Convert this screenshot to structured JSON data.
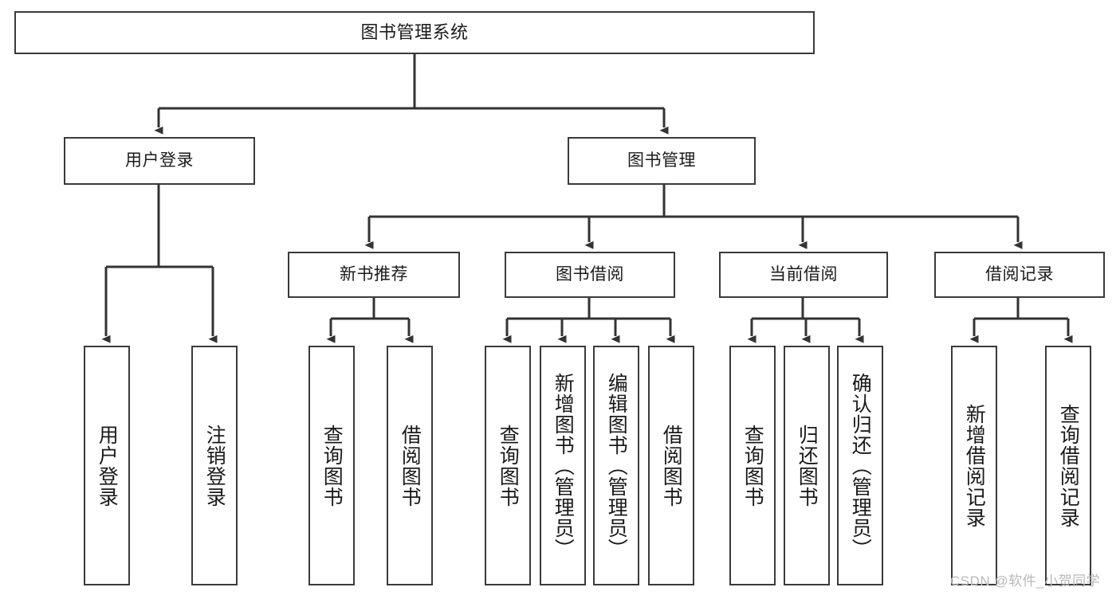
{
  "diagram": {
    "title": "图书管理系统",
    "type": "tree",
    "watermark": "CSDN @软件_小贺同学",
    "colors": {
      "box_border": "#3a3a3a",
      "box_fill": "#ffffff",
      "connector": "#333333",
      "text": "#1a1a1a",
      "watermark": "#b9b9b9",
      "background": "#ffffff"
    },
    "levels": {
      "root": "图书管理系统",
      "level2": [
        "用户登录",
        "图书管理"
      ],
      "level3": [
        "新书推荐",
        "图书借阅",
        "当前借阅",
        "借阅记录"
      ]
    },
    "nodes": {
      "root": {
        "label": "图书管理系统"
      },
      "user_login": {
        "label": "用户登录"
      },
      "book_manage": {
        "label": "图书管理"
      },
      "new_book_rec": {
        "label": "新书推荐"
      },
      "book_borrow": {
        "label": "图书借阅"
      },
      "current_borrow": {
        "label": "当前借阅"
      },
      "borrow_record": {
        "label": "借阅记录"
      },
      "leaf_user_login": {
        "label": "用户登录"
      },
      "leaf_logout": {
        "label": "注销登录"
      },
      "leaf_query_book_1": {
        "label": "查询图书"
      },
      "leaf_borrow_book_1": {
        "label": "借阅图书"
      },
      "leaf_query_book_2": {
        "label": "查询图书"
      },
      "leaf_add_book": {
        "label": "新增图书（管理员）"
      },
      "leaf_edit_book": {
        "label": "编辑图书（管理员）"
      },
      "leaf_borrow_book_2": {
        "label": "借阅图书"
      },
      "leaf_query_book_3": {
        "label": "查询图书"
      },
      "leaf_return_book": {
        "label": "归还图书"
      },
      "leaf_confirm_return": {
        "label": "确认归还（管理员）"
      },
      "leaf_add_record": {
        "label": "新增借阅记录"
      },
      "leaf_query_record": {
        "label": "查询借阅记录"
      }
    },
    "edges": [
      {
        "from": "root",
        "to": "user_login"
      },
      {
        "from": "root",
        "to": "book_manage"
      },
      {
        "from": "user_login",
        "to": "leaf_user_login"
      },
      {
        "from": "user_login",
        "to": "leaf_logout"
      },
      {
        "from": "book_manage",
        "to": "new_book_rec"
      },
      {
        "from": "book_manage",
        "to": "book_borrow"
      },
      {
        "from": "book_manage",
        "to": "current_borrow"
      },
      {
        "from": "book_manage",
        "to": "borrow_record"
      },
      {
        "from": "new_book_rec",
        "to": "leaf_query_book_1"
      },
      {
        "from": "new_book_rec",
        "to": "leaf_borrow_book_1"
      },
      {
        "from": "book_borrow",
        "to": "leaf_query_book_2"
      },
      {
        "from": "book_borrow",
        "to": "leaf_add_book"
      },
      {
        "from": "book_borrow",
        "to": "leaf_edit_book"
      },
      {
        "from": "book_borrow",
        "to": "leaf_borrow_book_2"
      },
      {
        "from": "current_borrow",
        "to": "leaf_query_book_3"
      },
      {
        "from": "current_borrow",
        "to": "leaf_return_book"
      },
      {
        "from": "current_borrow",
        "to": "leaf_confirm_return"
      },
      {
        "from": "borrow_record",
        "to": "leaf_add_record"
      },
      {
        "from": "borrow_record",
        "to": "leaf_query_record"
      }
    ]
  }
}
